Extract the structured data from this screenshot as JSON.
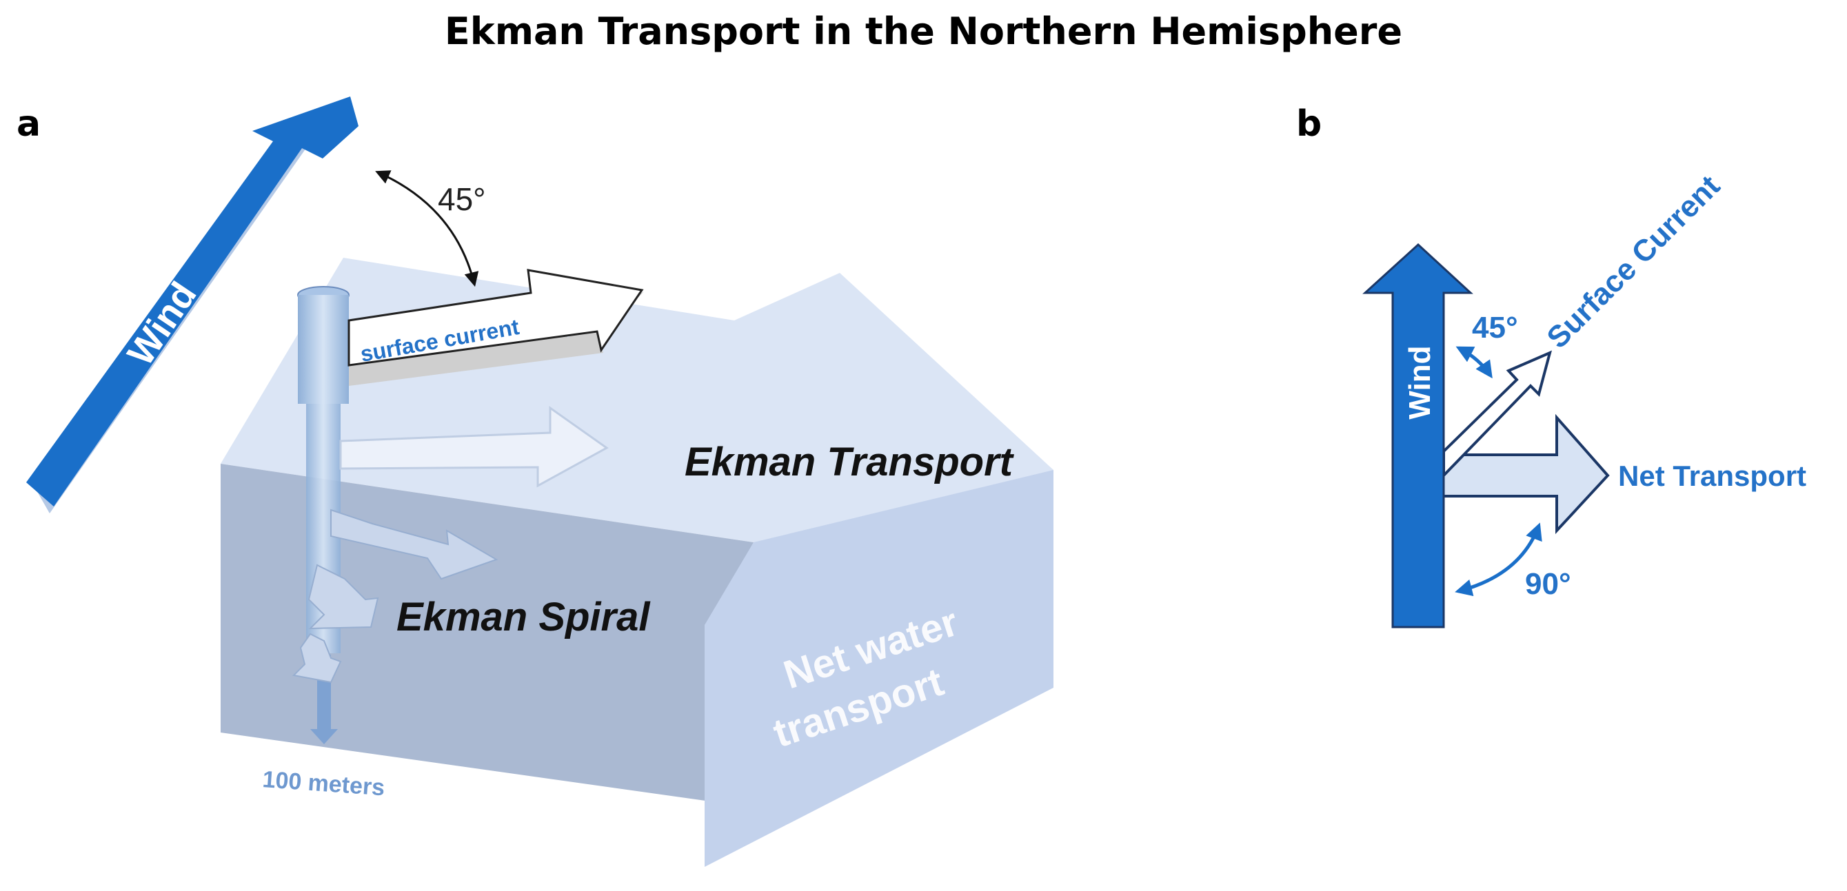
{
  "title": "Ekman Transport in the Northern Hemisphere",
  "panels": {
    "a": {
      "letter": "a",
      "wind_label": "Wind",
      "angle_label": "45°",
      "surface_current_label": "surface current",
      "ekman_transport_label": "Ekman Transport",
      "ekman_spiral_label": "Ekman Spiral",
      "net_water_transport_line1": "Net water",
      "net_water_transport_line2": "transport",
      "depth_label": "100 meters"
    },
    "b": {
      "letter": "b",
      "wind_label": "Wind",
      "surface_current_label": "Surface Current",
      "angle_surface_label": "45°",
      "net_transport_label": "Net Transport",
      "angle_net_label": "90°"
    }
  },
  "colors": {
    "wind_blue": "#1a6fc9",
    "label_blue": "#2472c8",
    "ocean_light": "#dbe5f5",
    "ocean_side": "#c3d2ec",
    "ocean_front": "#aab9d2",
    "arrow_outline": "#1b3766"
  }
}
